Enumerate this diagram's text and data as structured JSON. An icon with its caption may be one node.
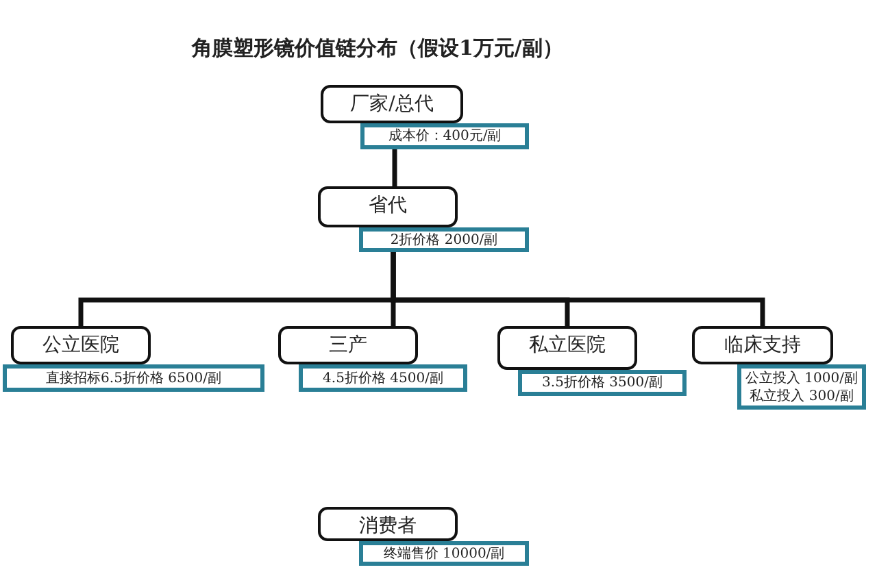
{
  "diagram": {
    "title": "角膜塑形镜价值链分布（假设1万元/副）",
    "nodes": [
      {
        "text": [
          "厂家/总代"
        ]
      },
      {
        "text": [
          "成本价：400元/副"
        ]
      },
      {
        "text": [
          "省代"
        ]
      },
      {
        "text": [
          "2折价格 2000/副"
        ]
      },
      {
        "text": [
          "公立医院"
        ]
      },
      {
        "text": [
          "直接招标6.5折价格 6500/副"
        ]
      },
      {
        "text": [
          "三产"
        ]
      },
      {
        "text": [
          "4.5折价格 4500/副"
        ]
      },
      {
        "text": [
          "私立医院"
        ]
      },
      {
        "text": [
          "3.5折价格 3500/副"
        ]
      },
      {
        "text": [
          "临床支持"
        ]
      },
      {
        "text": [
          "公立投入 1000/副",
          "私立投入 300/副"
        ]
      },
      {
        "text": [
          "消费者"
        ]
      },
      {
        "text": [
          "终端售价 10000/副"
        ]
      }
    ],
    "edges": [
      {
        "from": 1,
        "to": 2,
        "arrow": "none"
      },
      {
        "from": 3,
        "to": 4,
        "arrow": "none"
      },
      {
        "from": 3,
        "to": 6,
        "arrow": "none"
      },
      {
        "from": 3,
        "to": 8,
        "arrow": "none"
      },
      {
        "from": 3,
        "to": 10,
        "arrow": "none"
      }
    ]
  }
}
